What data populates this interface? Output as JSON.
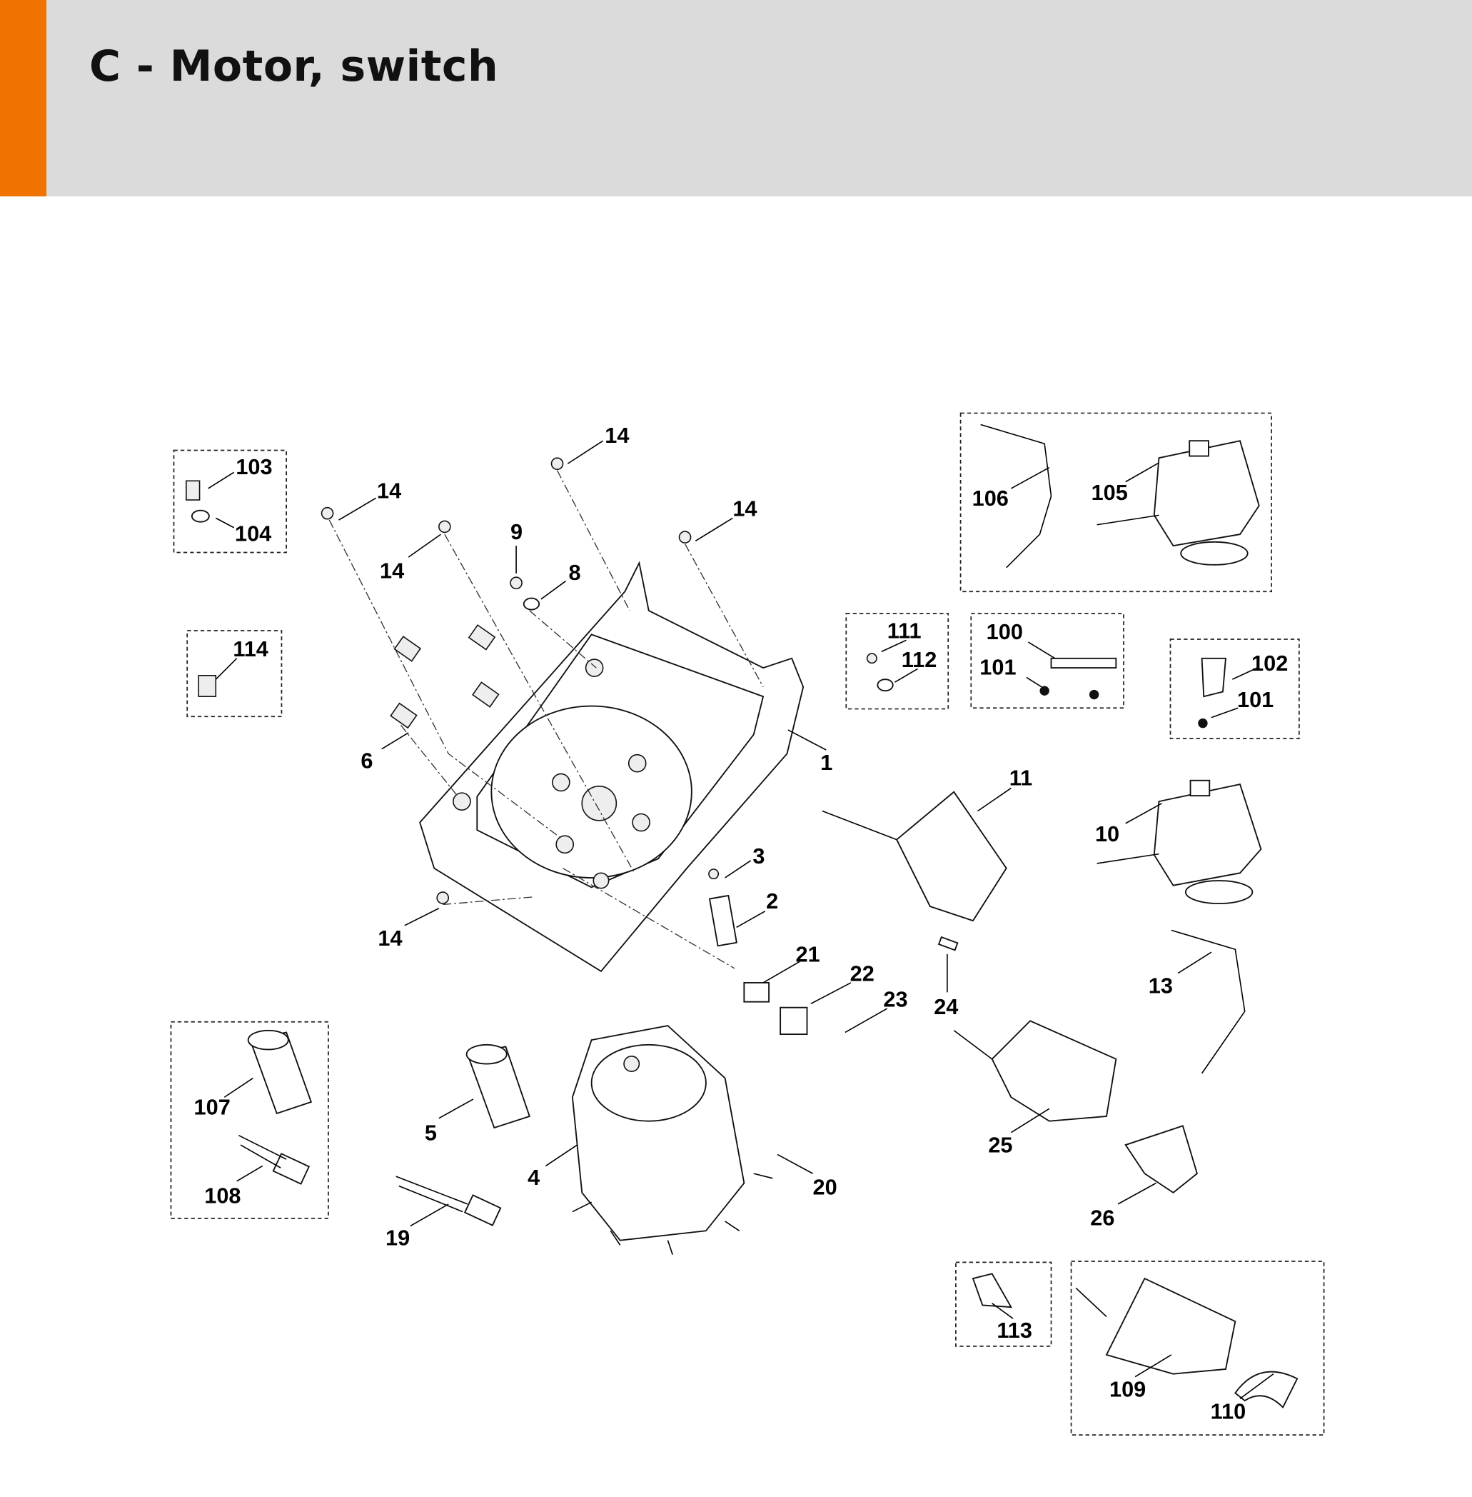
{
  "header": {
    "title": "C - Motor, switch",
    "accent_color": "#f07300",
    "background_color": "#dadbda"
  },
  "callouts": [
    {
      "id": "c14a",
      "label": "14"
    },
    {
      "id": "c103",
      "label": "103"
    },
    {
      "id": "c104",
      "label": "104"
    },
    {
      "id": "c14b",
      "label": "14"
    },
    {
      "id": "c14c",
      "label": "14"
    },
    {
      "id": "c9",
      "label": "9"
    },
    {
      "id": "c8",
      "label": "8"
    },
    {
      "id": "c14d",
      "label": "14"
    },
    {
      "id": "c106",
      "label": "106"
    },
    {
      "id": "c105",
      "label": "105"
    },
    {
      "id": "c111",
      "label": "111"
    },
    {
      "id": "c112",
      "label": "112"
    },
    {
      "id": "c100",
      "label": "100"
    },
    {
      "id": "c101a",
      "label": "101"
    },
    {
      "id": "c102",
      "label": "102"
    },
    {
      "id": "c101b",
      "label": "101"
    },
    {
      "id": "c114",
      "label": "114"
    },
    {
      "id": "c6",
      "label": "6"
    },
    {
      "id": "c1",
      "label": "1"
    },
    {
      "id": "c11",
      "label": "11"
    },
    {
      "id": "c10",
      "label": "10"
    },
    {
      "id": "c3",
      "label": "3"
    },
    {
      "id": "c2",
      "label": "2"
    },
    {
      "id": "c14e",
      "label": "14"
    },
    {
      "id": "c21",
      "label": "21"
    },
    {
      "id": "c22",
      "label": "22"
    },
    {
      "id": "c23",
      "label": "23"
    },
    {
      "id": "c24",
      "label": "24"
    },
    {
      "id": "c13",
      "label": "13"
    },
    {
      "id": "c107",
      "label": "107"
    },
    {
      "id": "c5",
      "label": "5"
    },
    {
      "id": "c4",
      "label": "4"
    },
    {
      "id": "c20",
      "label": "20"
    },
    {
      "id": "c25",
      "label": "25"
    },
    {
      "id": "c108",
      "label": "108"
    },
    {
      "id": "c19",
      "label": "19"
    },
    {
      "id": "c26",
      "label": "26"
    },
    {
      "id": "c113",
      "label": "113"
    },
    {
      "id": "c109",
      "label": "109"
    },
    {
      "id": "c110",
      "label": "110"
    }
  ]
}
